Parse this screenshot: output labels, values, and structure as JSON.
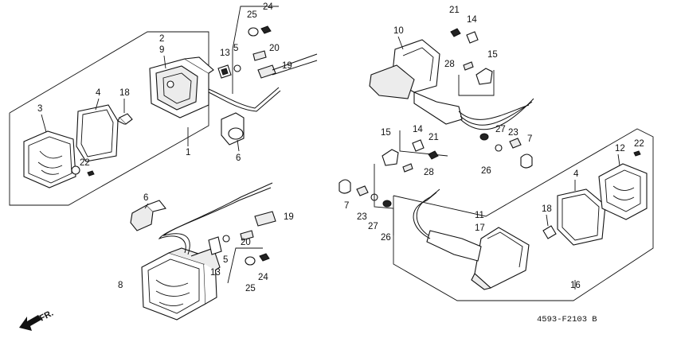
{
  "labels": {
    "l1": "1",
    "l2": "2",
    "l3": "3",
    "l4a": "4",
    "l4b": "4",
    "l5a": "5",
    "l5b": "5",
    "l6a": "6",
    "l6b": "6",
    "l7a": "7",
    "l7b": "7",
    "l8": "8",
    "l9": "9",
    "l10": "10",
    "l11": "11",
    "l12": "12",
    "l13a": "13",
    "l13b": "13",
    "l14a": "14",
    "l14b": "14",
    "l15a": "15",
    "l15b": "15",
    "l16": "16",
    "l17": "17",
    "l18a": "18",
    "l18b": "18",
    "l19a": "19",
    "l19b": "19",
    "l20a": "20",
    "l20b": "20",
    "l21a": "21",
    "l21b": "21",
    "l22a": "22",
    "l22b": "22",
    "l23a": "23",
    "l23b": "23",
    "l24a": "24",
    "l24b": "24",
    "l25a": "25",
    "l25b": "25",
    "l26a": "26",
    "l26b": "26",
    "l27a": "27",
    "l27b": "27",
    "l28a": "28",
    "l28b": "28"
  },
  "front_arrow": "FR.",
  "diagram_code": "4593-F2103 B"
}
